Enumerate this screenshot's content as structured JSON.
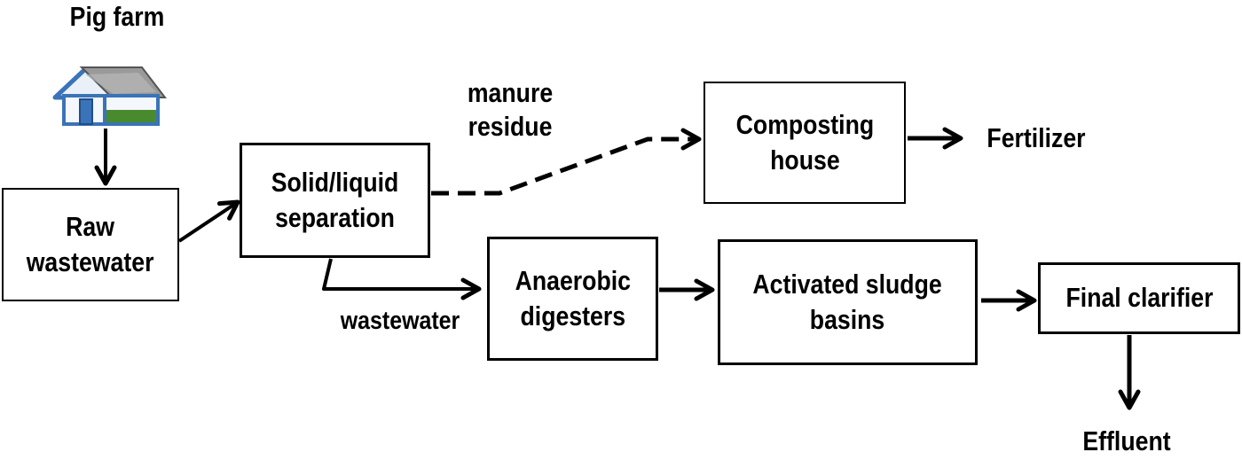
{
  "source": {
    "label": "Pig farm",
    "icon": "pig-farm-house-icon"
  },
  "boxes": {
    "raw_wastewater": {
      "line1": "Raw",
      "line2": "wastewater"
    },
    "separation": {
      "line1": "Solid/liquid",
      "line2": "separation"
    },
    "composting": {
      "line1": "Composting",
      "line2": "house"
    },
    "anaerobic": {
      "line1": "Anaerobic",
      "line2": "digesters"
    },
    "activated": {
      "line1": "Activated sludge",
      "line2": "basins"
    },
    "clarifier": {
      "line1": "Final clarifier"
    }
  },
  "labels": {
    "manure_residue": {
      "line1": "manure",
      "line2": "residue"
    },
    "wastewater": "wastewater",
    "fertilizer": "Fertilizer",
    "effluent": "Effluent"
  },
  "colors": {
    "roof": "#9a9a9a",
    "house_wall": "#f4f7fb",
    "house_trim": "#3a73b8",
    "grass": "#4a8a2e"
  }
}
